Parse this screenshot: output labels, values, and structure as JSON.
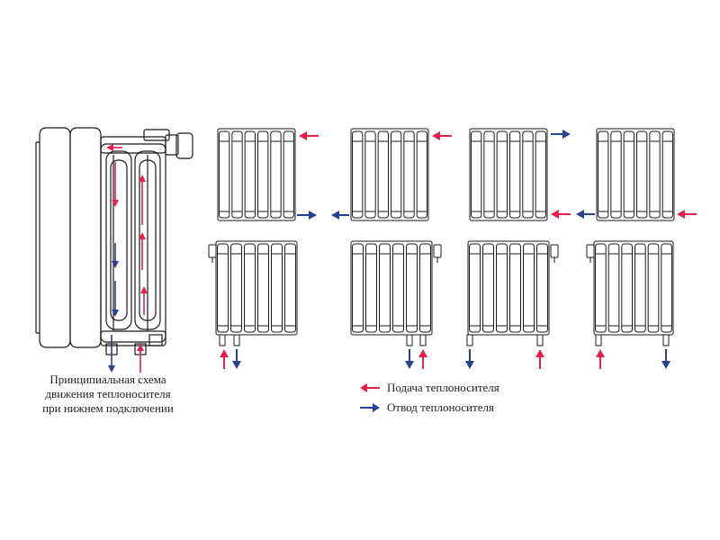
{
  "colors": {
    "supply": "#e5204b",
    "return": "#27408f",
    "outline": "#1a1a1a"
  },
  "caption": {
    "line1": "Принципиальная схема",
    "line2": "движения теплоносителя",
    "line3": "при нижнем подключении"
  },
  "legend": {
    "supply_label": "Подача теплоносителя",
    "return_label": "Отвод теплоносителя"
  },
  "icons": {
    "supply": "arrow-left-icon",
    "return": "arrow-right-icon"
  }
}
